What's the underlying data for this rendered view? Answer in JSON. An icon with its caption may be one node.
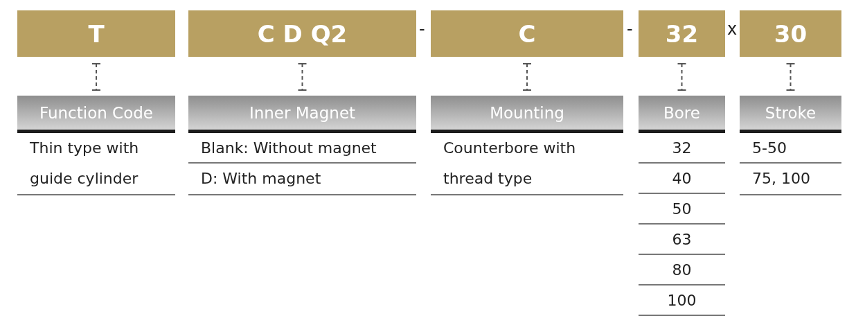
{
  "diagram": {
    "nodes": [
      {
        "text": [
          "T"
        ]
      },
      {
        "text": [
          "C D Q2"
        ]
      },
      {
        "text": [
          "C"
        ]
      },
      {
        "text": [
          "32"
        ]
      },
      {
        "text": [
          "30"
        ]
      },
      {
        "text": [
          "Function Code"
        ]
      },
      {
        "text": [
          "Inner Magnet"
        ]
      },
      {
        "text": [
          "Mounting"
        ]
      },
      {
        "text": [
          "Bore"
        ]
      },
      {
        "text": [
          "Stroke"
        ]
      }
    ],
    "edges": [
      {
        "from": 0,
        "to": 5,
        "arrow": "other",
        "style": "dashed"
      },
      {
        "from": 1,
        "to": 6,
        "arrow": "other",
        "style": "dashed"
      },
      {
        "from": 2,
        "to": 7,
        "arrow": "other",
        "style": "dashed"
      },
      {
        "from": 3,
        "to": 8,
        "arrow": "other",
        "style": "dashed"
      },
      {
        "from": 4,
        "to": 9,
        "arrow": "other",
        "style": "dashed"
      }
    ],
    "labels": [
      "-",
      "-",
      "x",
      "Thin type with guide cylinder",
      "Blank: Without magnet",
      "Counterbore with thread type",
      "32",
      "5-50",
      "D: With magnet",
      "40",
      "75, 100",
      "50",
      "63",
      "80",
      "100"
    ]
  }
}
